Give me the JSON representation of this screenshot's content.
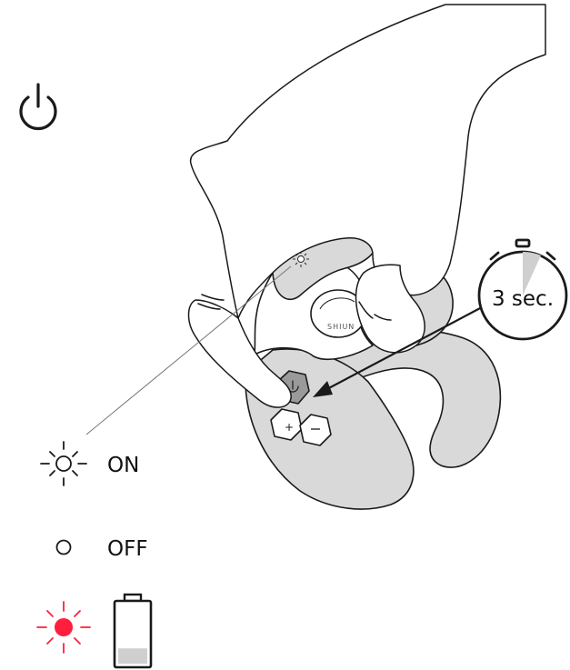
{
  "timer": {
    "label": "3 sec."
  },
  "legend": {
    "on_label": "ON",
    "off_label": "OFF"
  },
  "icons": {
    "power": "power-icon",
    "stopwatch": "stopwatch-icon",
    "light_on": "light-on-icon",
    "light_off": "light-off-icon",
    "light_red": "red-blinking-light-icon",
    "battery": "battery-low-icon"
  },
  "colors": {
    "device_fill": "#d9d9d9",
    "line": "#1a1a1a",
    "red_light": "#ff1f3d",
    "battery_level": "#cfcfcf"
  },
  "battery": {
    "level": 0.15
  }
}
